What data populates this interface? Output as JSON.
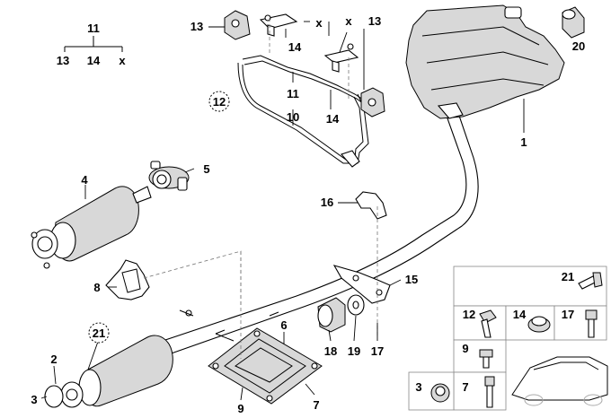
{
  "labels": {
    "legend_top": "11",
    "legend_13": "13",
    "legend_14": "14",
    "legend_x": "x",
    "p1": "1",
    "p2": "2",
    "p3": "3",
    "p4": "4",
    "p5": "5",
    "p6": "6",
    "p7": "7",
    "p8": "8",
    "p9": "9",
    "p10": "10",
    "p11": "11",
    "p12": "12",
    "p13a": "13",
    "p13b": "13",
    "p14a": "14",
    "p14b": "14",
    "xa": "x",
    "xb": "x",
    "p15": "15",
    "p16": "16",
    "p17": "17",
    "p18": "18",
    "p19": "19",
    "p20": "20",
    "p21": "21",
    "g21": "21",
    "g12": "12",
    "g14": "14",
    "g17": "17",
    "g9": "9",
    "g3": "3",
    "g7": "7"
  }
}
